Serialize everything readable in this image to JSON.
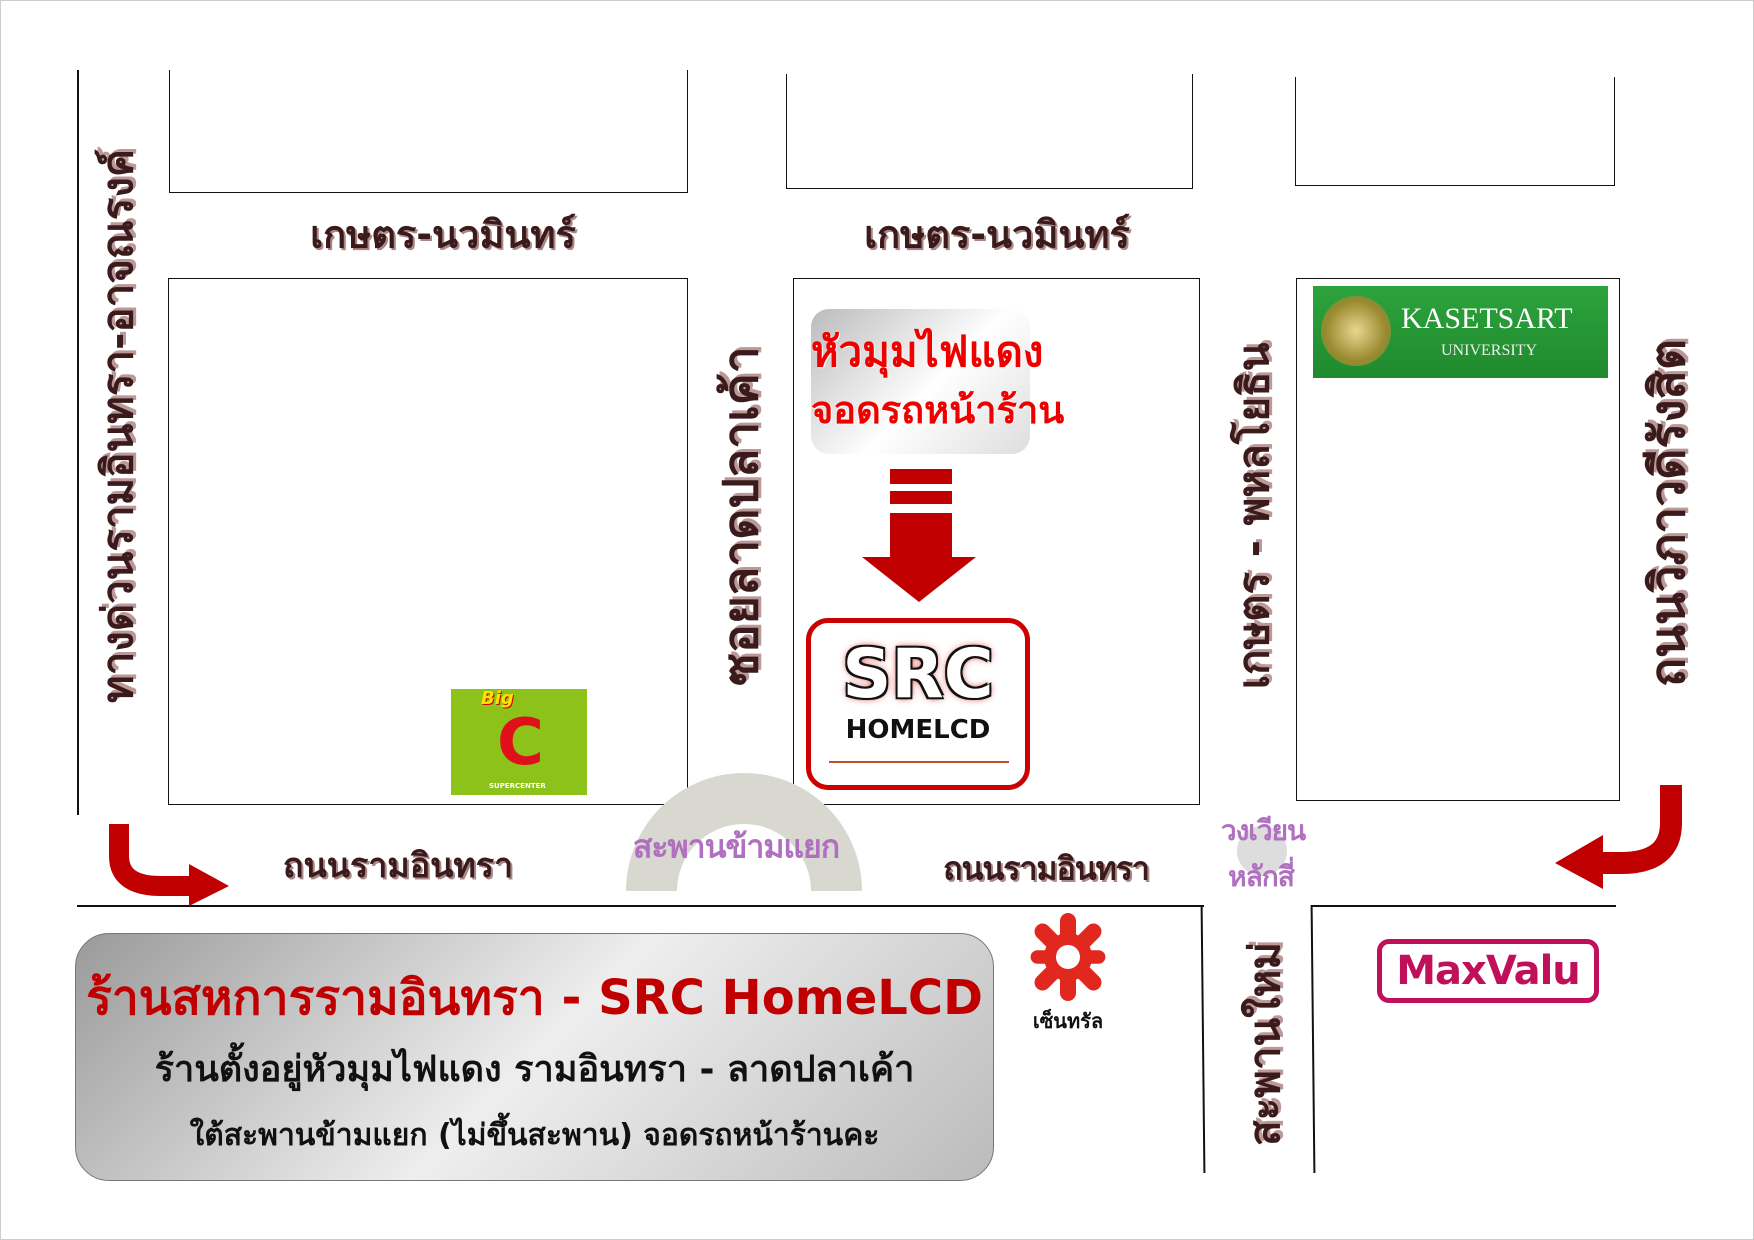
{
  "roads": {
    "top_left": "เกษตร-นวมินทร์",
    "top_middle": "เกษตร-นวมินทร์",
    "left_vertical": "ทางด่วนรามอินทรา-อาจณรงค์",
    "soi": "ซอยลาดปลาเค้า",
    "kaset_phahon": "เกษตร - พหลโยธิน",
    "right_vertical": "ถนนวิภาวดีรังสิต",
    "ram_left": "ถนนรามอินทรา",
    "ram_right": "ถนนรามอินทรา",
    "saphan_mai": "สะพานใหม่"
  },
  "landmarks": {
    "flyover": "สะพานข้ามแยก",
    "roundabout_1": "วงเวียน",
    "roundabout_2": "หลักสี่",
    "bigc_1": "Big",
    "bigc_2": "C",
    "bigc_3": "SUPERCENTER",
    "kasetsart_1": "KASETSART",
    "kasetsart_2": "UNIVERSITY",
    "central": "เซ็นทรัล",
    "maxvalu": "MaxValu"
  },
  "sign": {
    "line1": "หัวมุมไฟแดง",
    "line2": "จอดรถหน้าร้าน"
  },
  "shop_logo": {
    "big": "SRC",
    "small": "HOMELCD"
  },
  "info": {
    "title": "ร้านสหการรามอินทรา - SRC HomeLCD",
    "line2": "ร้านตั้งอยู่หัวมุมไฟแดง รามอินทรา - ลาดปลาเค้า",
    "line3": "ใต้สะพานข้ามแยก (ไม่ขึ้นสะพาน) จอดรถหน้าร้านคะ"
  },
  "colors": {
    "red": "#c00000",
    "purple": "#b070c0",
    "ku_green": "#2a9a3a",
    "bigc_green": "#8cc21a",
    "maxvalu": "#c0105a"
  }
}
